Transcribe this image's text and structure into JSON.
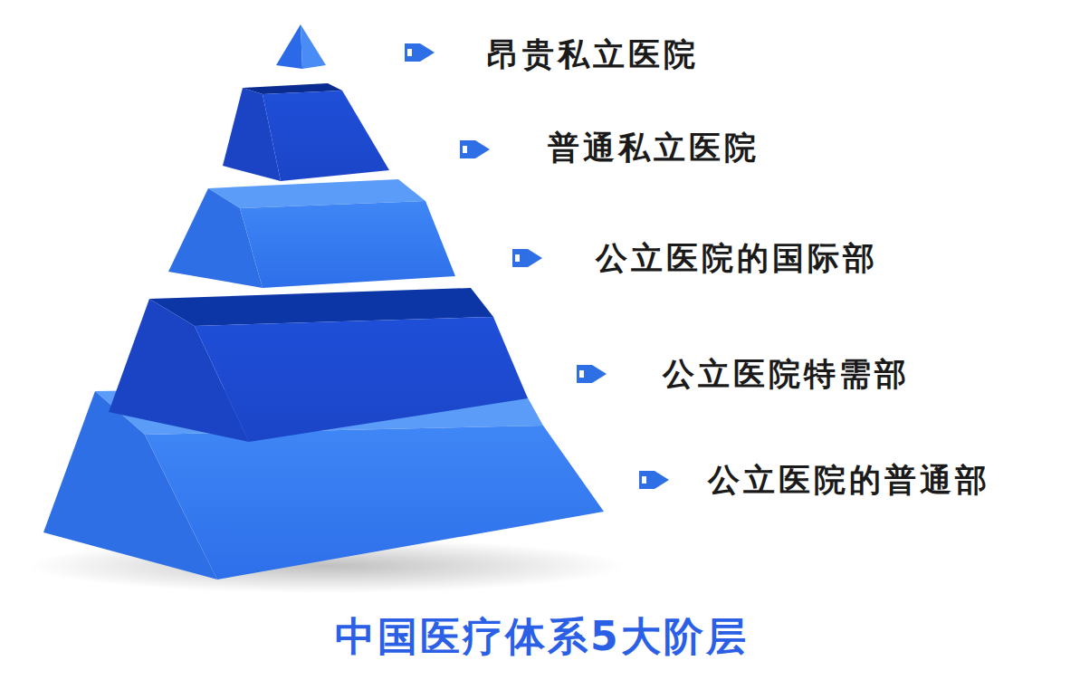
{
  "diagram": {
    "title": "中国医疗体系5大阶层",
    "labels": [
      "昂贵私立医院",
      "普通私立医院",
      "公立医院的国际部",
      "公立医院特需部",
      "公立医院的普通部"
    ]
  }
}
